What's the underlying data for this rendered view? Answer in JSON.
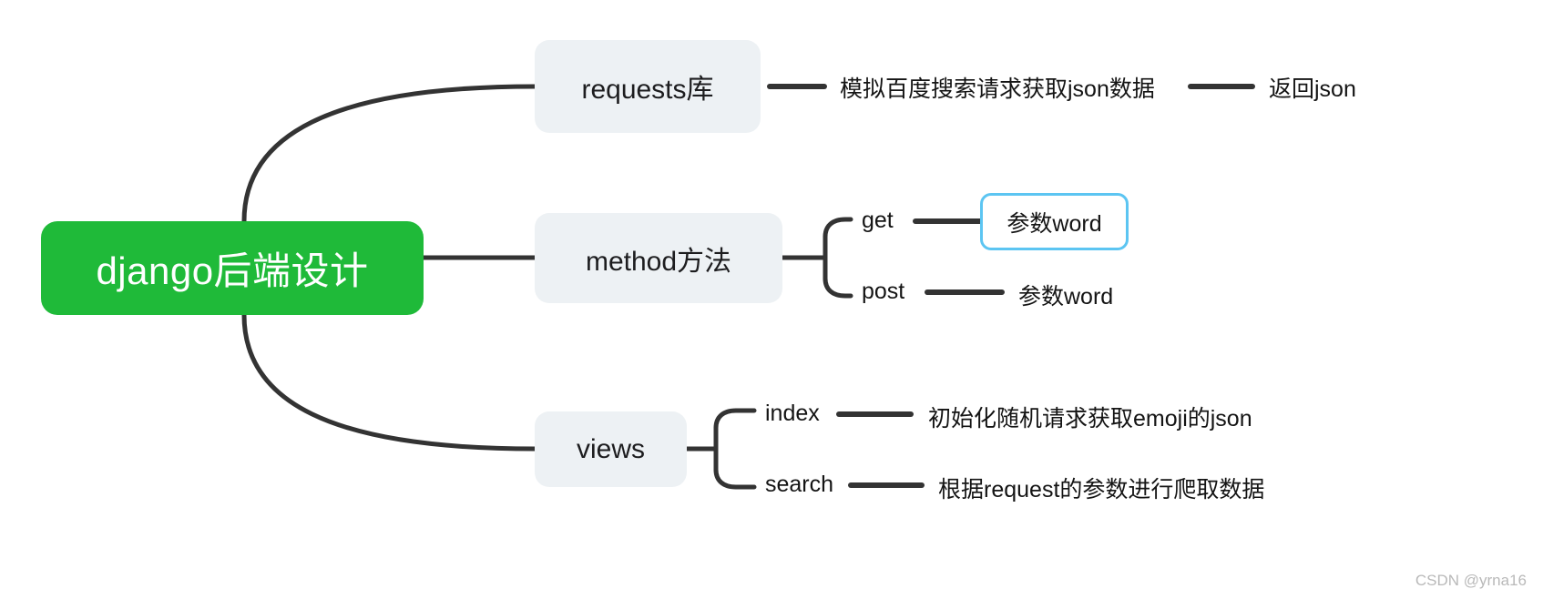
{
  "diagram": {
    "title": "django后端设计",
    "root": {
      "label": "django后端设计",
      "color": "#1FBA39",
      "text_color": "#FFFFFF"
    },
    "branches": [
      {
        "id": "requests",
        "label": "requests库",
        "children": [
          {
            "label": "模拟百度搜索请求获取json数据"
          },
          {
            "label": "返回json"
          }
        ]
      },
      {
        "id": "method",
        "label": "method方法",
        "children": [
          {
            "label": "get",
            "value": "参数word",
            "selected": true
          },
          {
            "label": "post",
            "value": "参数word",
            "selected": false
          }
        ]
      },
      {
        "id": "views",
        "label": "views",
        "children": [
          {
            "label": "index",
            "value": "初始化随机请求获取emoji的json"
          },
          {
            "label": "search",
            "value": "根据request的参数进行爬取数据"
          }
        ]
      }
    ],
    "selection_color": "#5CC5F2",
    "node_bg": "#EDF1F4",
    "line_color": "#333333"
  },
  "watermark": {
    "text": "CSDN @yrna16"
  }
}
